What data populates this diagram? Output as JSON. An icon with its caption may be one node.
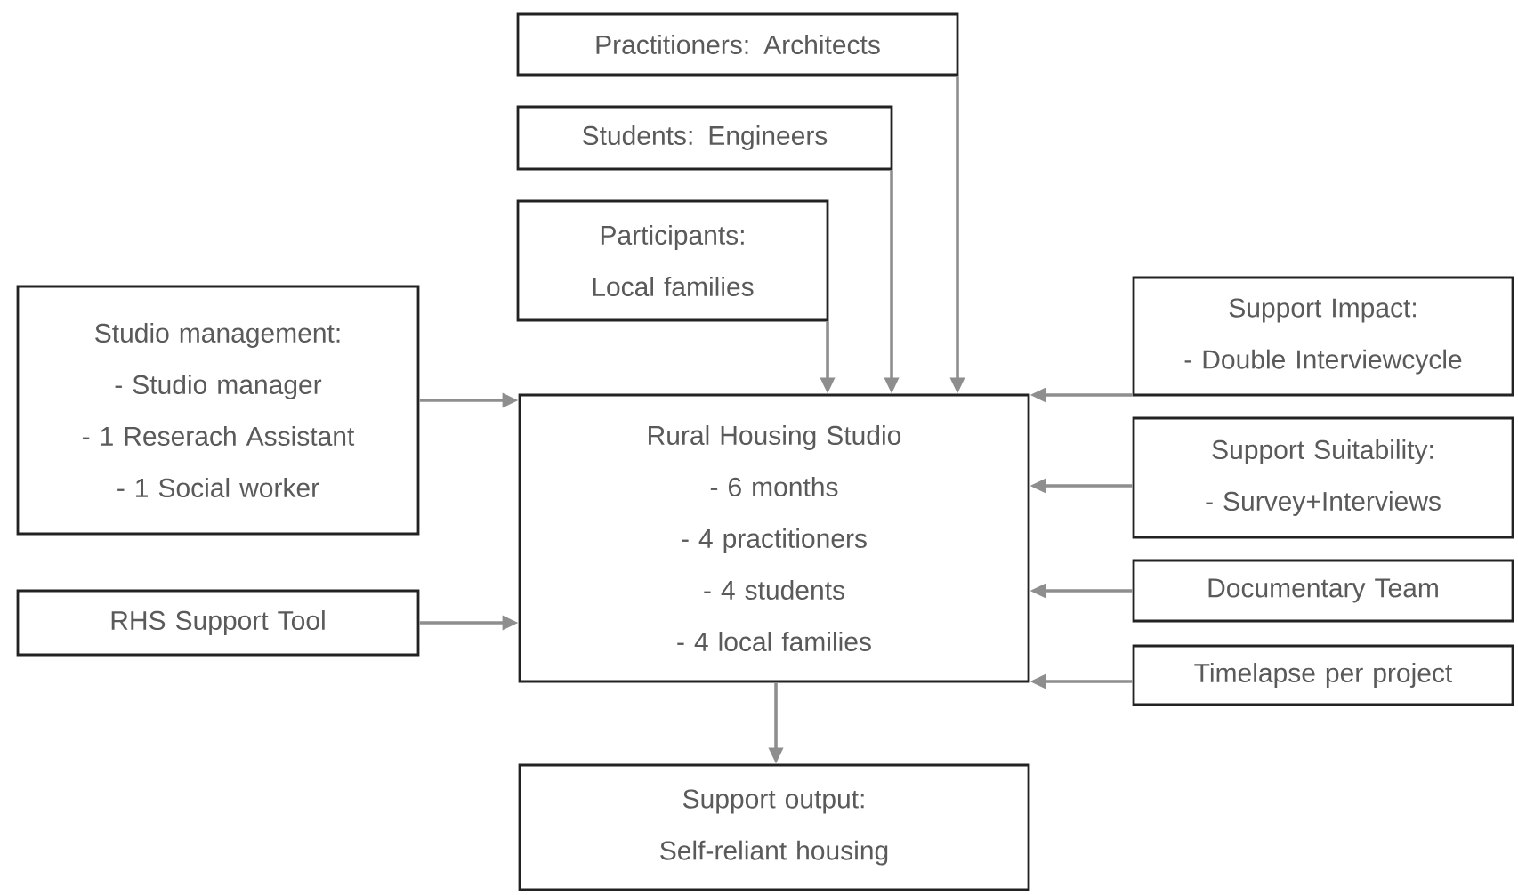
{
  "diagram": {
    "nodes": [
      {
        "text": [
          "Practitioners: Architects"
        ]
      },
      {
        "text": [
          "Students: Engineers"
        ]
      },
      {
        "text": [
          "Participants: Local families"
        ]
      },
      {
        "text": [
          "Studio management:",
          "- Studio manager",
          "- 1 Reserach Assistant",
          "- 1 Social worker"
        ]
      },
      {
        "text": [
          "Support Impact:",
          "- Double Interviewcycle"
        ]
      },
      {
        "text": [
          "Rural Housing Studio",
          "- 6 months",
          "- 4 practitioners",
          "- 4 students",
          "- 4 local families"
        ]
      },
      {
        "text": [
          "Support Suitability:",
          "- Survey+Interviews"
        ]
      },
      {
        "text": [
          "Documentary Team"
        ]
      },
      {
        "text": [
          "RHS Support Tool"
        ]
      },
      {
        "text": [
          "Timelapse per project"
        ]
      },
      {
        "text": [
          "Support output: Self-reliant housing"
        ]
      }
    ],
    "edges": [
      {
        "from": 0,
        "to": 5,
        "arrow": "to"
      },
      {
        "from": 1,
        "to": 5,
        "arrow": "to"
      },
      {
        "from": 2,
        "to": 5,
        "arrow": "to"
      },
      {
        "from": 3,
        "to": 5,
        "arrow": "to"
      },
      {
        "from": 4,
        "to": 5,
        "arrow": "to"
      },
      {
        "from": 6,
        "to": 5,
        "arrow": "to"
      },
      {
        "from": 7,
        "to": 5,
        "arrow": "to"
      },
      {
        "from": 8,
        "to": 5,
        "arrow": "to"
      },
      {
        "from": 9,
        "to": 5,
        "arrow": "to"
      },
      {
        "from": 5,
        "to": 10,
        "arrow": "to"
      }
    ]
  }
}
